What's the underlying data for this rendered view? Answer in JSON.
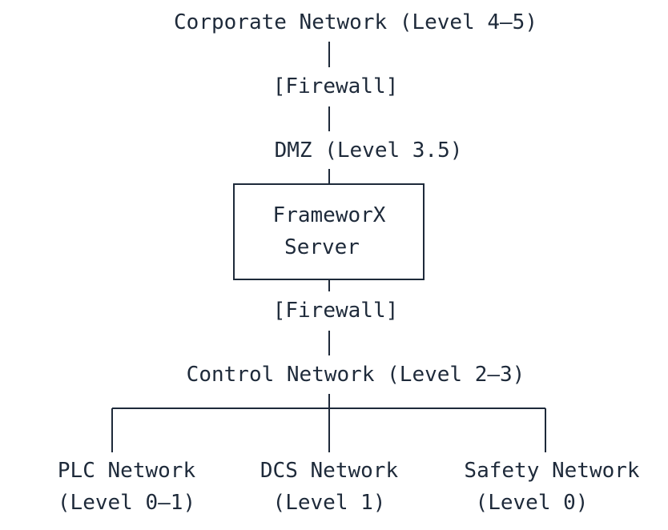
{
  "diagram": {
    "corporate": "Corporate Network (Level 4–5)",
    "firewall_top": "[Firewall]",
    "dmz": "DMZ (Level 3.5)",
    "server_line1": "FrameworX",
    "server_line2": "Server",
    "firewall_bottom": "[Firewall]",
    "control": "Control Network (Level 2–3)",
    "branches": [
      {
        "name": "PLC Network",
        "level": "(Level 0–1)"
      },
      {
        "name": "DCS Network",
        "level": "(Level 1)"
      },
      {
        "name": "Safety Network",
        "level": "(Level 0)"
      }
    ]
  }
}
